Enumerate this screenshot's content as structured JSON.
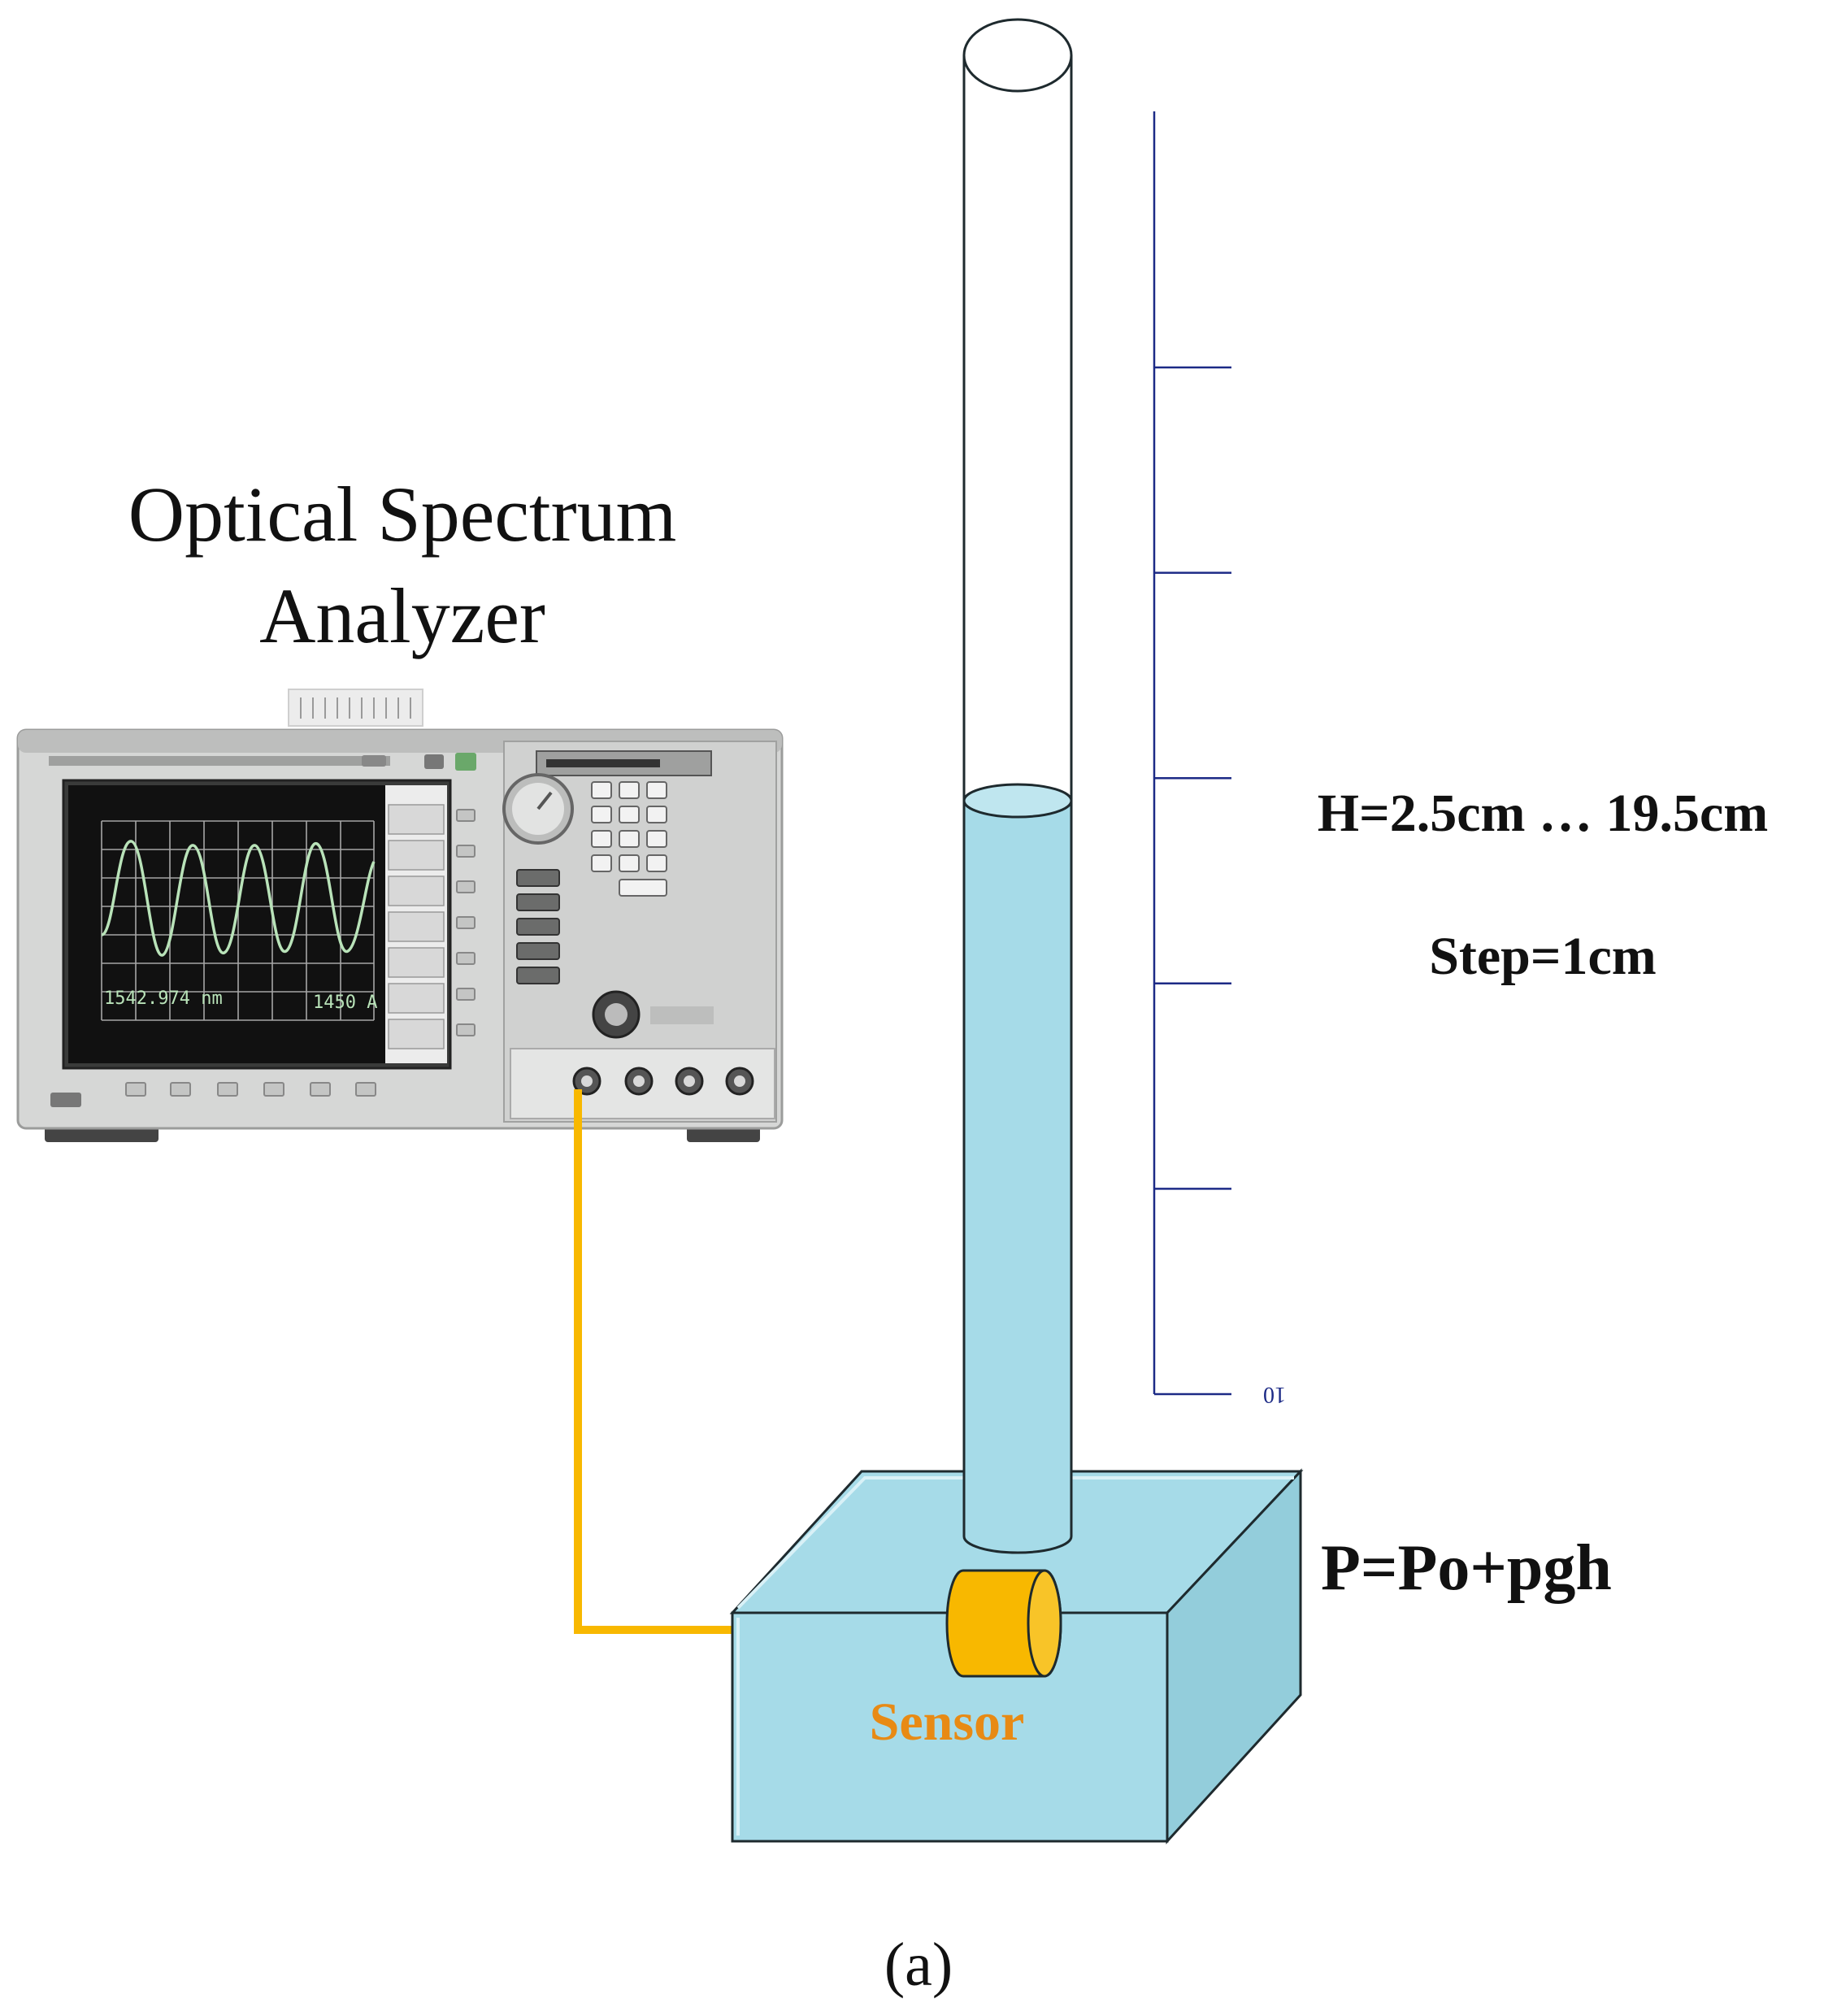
{
  "labels": {
    "osa_title_line1": "Optical Spectrum",
    "osa_title_line2": "Analyzer",
    "height_range": "H=2.5cm … 19.5cm",
    "step": "Step=1cm",
    "pressure_formula": "P=Po+pgh",
    "sensor": "Sensor",
    "panel_label": "(a)",
    "scale_end_label": "10",
    "osa_readout_left": "1542.974 nm",
    "osa_readout_right": "1450 A"
  },
  "scale": {
    "tick_count": 6
  },
  "colors": {
    "water": "#a6dbe8",
    "water_stroke": "#1e2a2e",
    "fiber": "#f8b800",
    "sensor_body": "#f8b800",
    "sensor_label": "#e88a14",
    "scale_line": "#1c2a86",
    "osa_body": "#d6d7d6",
    "osa_screen": "#111111",
    "osa_trace": "#b9e3b9"
  }
}
